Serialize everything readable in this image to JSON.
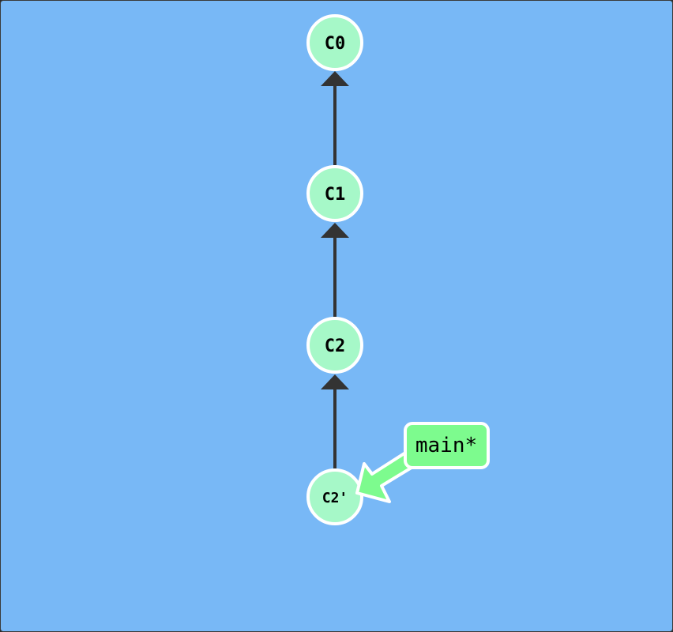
{
  "colors": {
    "background": "#78b8f6",
    "commit_fill": "#a6f8c8",
    "commit_stroke": "#ffffff",
    "edge": "#333333",
    "branch_fill": "#7dfb8e",
    "branch_stroke": "#ffffff",
    "text": "#000000"
  },
  "commits": [
    {
      "id": "C0",
      "label": "C0"
    },
    {
      "id": "C1",
      "label": "C1"
    },
    {
      "id": "C2",
      "label": "C2"
    },
    {
      "id": "C2p",
      "label": "C2'"
    }
  ],
  "edges": [
    {
      "from": "C1",
      "to": "C0"
    },
    {
      "from": "C2",
      "to": "C1"
    },
    {
      "from": "C2p",
      "to": "C2"
    }
  ],
  "branch": {
    "label": "main*",
    "target": "C2p",
    "is_head": true
  }
}
